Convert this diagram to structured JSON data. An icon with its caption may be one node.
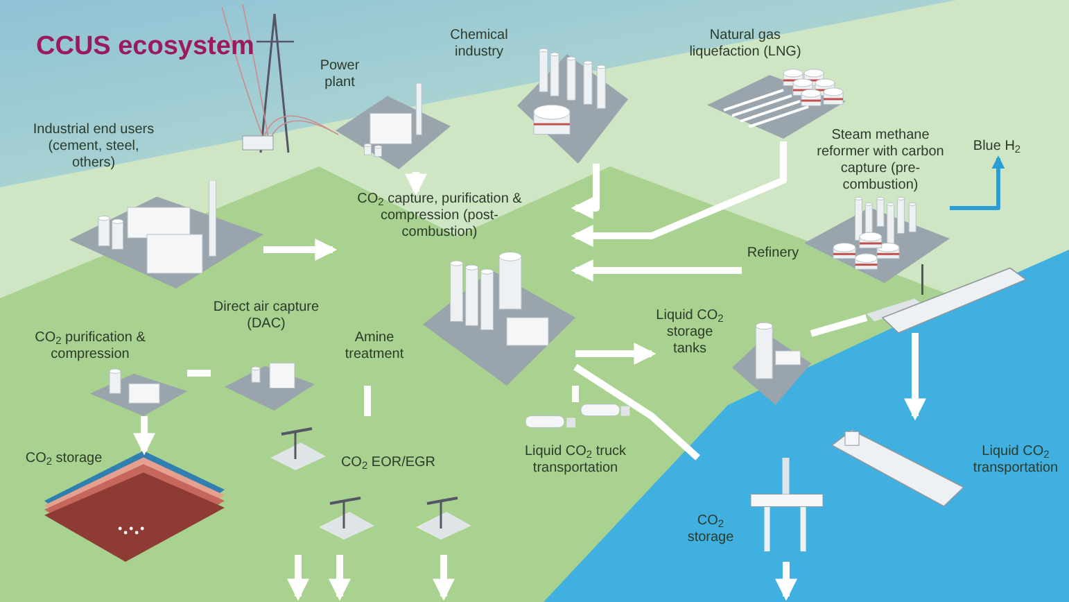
{
  "diagram": {
    "title": "CCUS ecosystem",
    "nodes": [
      {
        "text": [
          "Power plant"
        ]
      },
      {
        "text": [
          "Chemical industry"
        ]
      },
      {
        "text": [
          "Natural gas liquefaction (LNG)"
        ]
      },
      {
        "text": [
          "Industrial end users (cement, steel, others)"
        ]
      },
      {
        "text": [
          "Steam methane reformer with carbon capture (pre-combustion)",
          "Refinery"
        ]
      },
      {
        "text": [
          "CO$_{2}$ capture, purification & compression (post-combustion)",
          "Amine treatment"
        ]
      },
      {
        "text": [
          "Direct air capture (DAC)"
        ]
      },
      {
        "text": [
          "CO$_{2}$ purification & compression"
        ]
      },
      {
        "text": [
          "CO$_{2}$ storage"
        ]
      },
      {
        "text": [
          "CO$_{2}$ EOR/EGR"
        ]
      },
      {
        "text": [
          "Liquid CO$_{2}$ truck transportation"
        ]
      },
      {
        "text": [
          "Liquid CO$_{2}$ storage tanks"
        ]
      },
      {
        "text": [],
        "shape": "picture"
      },
      {
        "text": [
          "Liquid CO$_{2}$ transportation"
        ]
      },
      {
        "text": [
          "CO$_{2}$ storage"
        ]
      },
      {
        "text": [
          "Blue H$_{2}$"
        ]
      }
    ],
    "edges": [
      {
        "from": 0,
        "to": 5,
        "arrow": "to"
      },
      {
        "from": 3,
        "to": 5,
        "arrow": "to"
      },
      {
        "from": 1,
        "to": 5,
        "arrow": "to"
      },
      {
        "from": 2,
        "to": 5,
        "arrow": "to"
      },
      {
        "from": 4,
        "to": 5,
        "arrow": "to"
      },
      {
        "from": 4,
        "to": 15,
        "arrow": "to",
        "color": "#2a9fd6"
      },
      {
        "from": 6,
        "to": 7,
        "arrow": "none"
      },
      {
        "from": 7,
        "to": 8,
        "arrow": "to"
      },
      {
        "from": 5,
        "to": 9,
        "arrow": "none"
      },
      {
        "from": 5,
        "to": 10,
        "arrow": "none"
      },
      {
        "from": 5,
        "to": 11,
        "arrow": "to"
      },
      {
        "from": 11,
        "to": 12,
        "arrow": "none"
      },
      {
        "from": 12,
        "to": 13,
        "arrow": "to"
      },
      {
        "from": 5,
        "to": 14,
        "arrow": "none"
      },
      {
        "from": 9,
        "to": null,
        "arrow": "to"
      },
      {
        "from": 9,
        "to": null,
        "arrow": "to"
      },
      {
        "from": 9,
        "to": null,
        "arrow": "to"
      },
      {
        "from": 14,
        "to": null,
        "arrow": "to"
      }
    ]
  }
}
